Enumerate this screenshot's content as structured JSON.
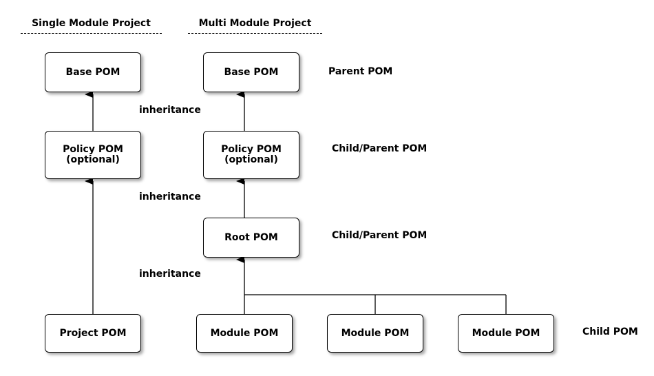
{
  "headers": {
    "single": "Single Module Project",
    "multi": "Multi Module Project"
  },
  "single": {
    "base": "Base POM",
    "policy": [
      "Policy POM",
      "(optional)"
    ],
    "project": "Project POM"
  },
  "multi": {
    "base": "Base POM",
    "policy": [
      "Policy POM",
      "(optional)"
    ],
    "root": "Root POM",
    "modules": [
      "Module POM",
      "Module POM",
      "Module POM"
    ]
  },
  "edge_labels": [
    "inheritance",
    "inheritance",
    "inheritance"
  ],
  "roles": {
    "parent": "Parent POM",
    "child_parent_1": "Child/Parent POM",
    "child_parent_2": "Child/Parent POM",
    "child": "Child POM"
  }
}
